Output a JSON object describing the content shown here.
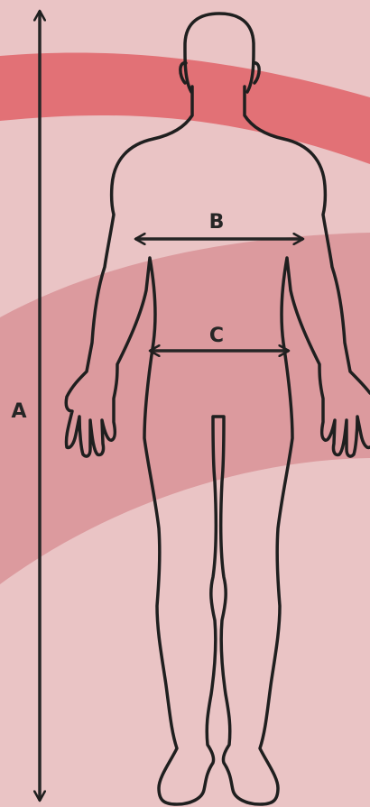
{
  "colors": {
    "background": "#eac4c5",
    "band_upper": "#e27176",
    "band_lower": "#dc9a9e",
    "ink": "#1f1f1f"
  },
  "labels": {
    "height": "A",
    "chest": "B",
    "waist": "C"
  }
}
